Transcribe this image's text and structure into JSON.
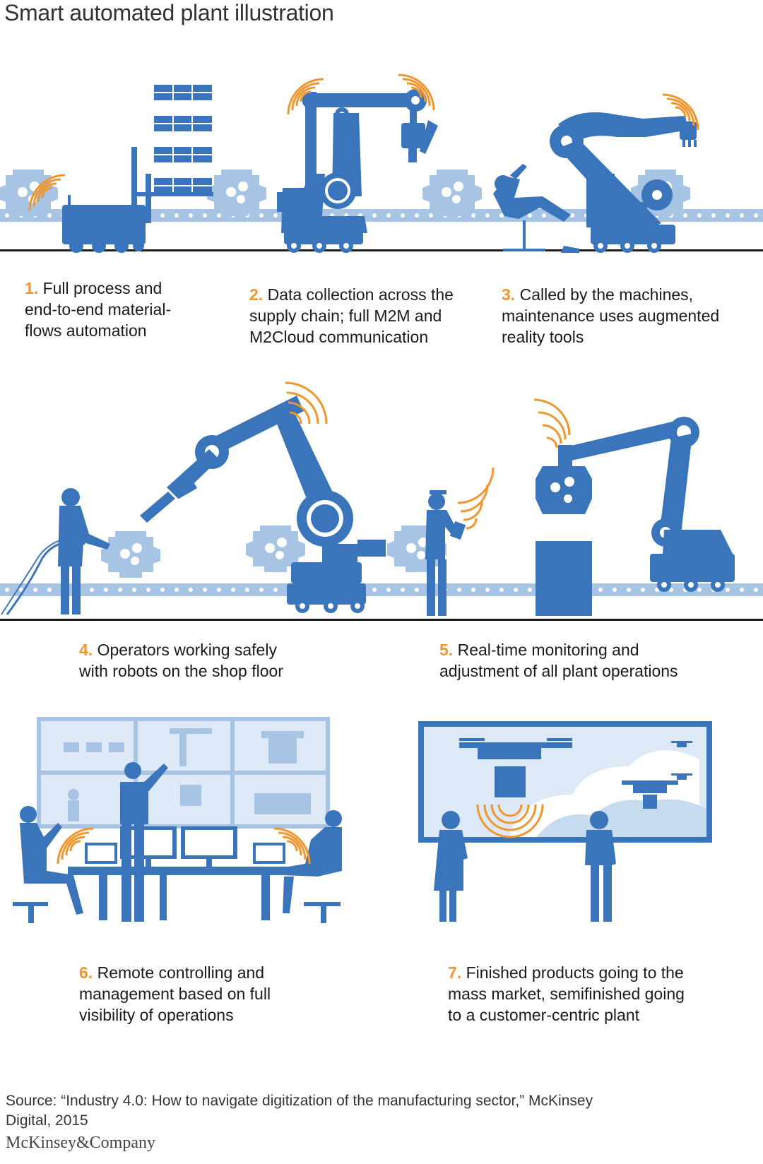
{
  "title": "Smart automated plant illustration",
  "colors": {
    "blue": "#3a75bc",
    "light_blue": "#a7c4e4",
    "orange": "#f0962c",
    "text": "#1b1b1b"
  },
  "steps": [
    {
      "num": "1.",
      "text_lines": [
        "Full process and",
        "end-to-end material-",
        "flows automation"
      ]
    },
    {
      "num": "2.",
      "text_lines": [
        "Data collection across the",
        "supply chain; full M2M and",
        "M2Cloud communication"
      ]
    },
    {
      "num": "3.",
      "text_lines": [
        "Called by the machines,",
        "maintenance uses augmented",
        "reality tools"
      ]
    },
    {
      "num": "4.",
      "text_lines": [
        "Operators working safely",
        "with robots on the shop floor"
      ]
    },
    {
      "num": "5.",
      "text_lines": [
        "Real-time monitoring and",
        "adjustment of all plant operations"
      ]
    },
    {
      "num": "6.",
      "text_lines": [
        "Remote controlling and",
        "management based on full",
        "visibility of operations"
      ]
    },
    {
      "num": "7.",
      "text_lines": [
        "Finished products going to the",
        "mass market, semifinished going",
        "to a customer-centric plant"
      ]
    }
  ],
  "source_lines": [
    "Source:  “Industry 4.0: How to navigate digitization of the manufacturing sector,” McKinsey",
    "Digital, 2015"
  ],
  "brand": "McKinsey&Company",
  "icons": [
    "wireless-signal-icon",
    "robot-arm-icon",
    "agv-forklift-icon",
    "engine-block-icon",
    "conveyor-belt-icon",
    "operator-silhouette-icon",
    "drone-icon",
    "monitor-icon"
  ]
}
